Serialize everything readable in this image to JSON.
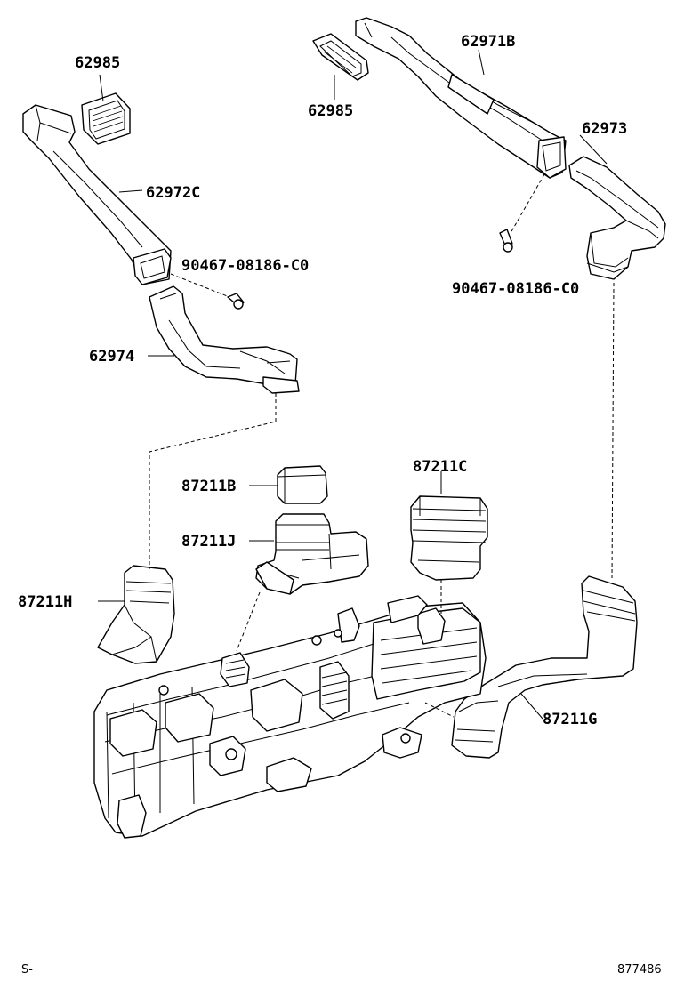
{
  "labels": {
    "grille_upper_left": "62985",
    "grille_upper_right": "62985",
    "duct_62971b": "62971B",
    "duct_62972c": "62972C",
    "duct_62973": "62973",
    "duct_62974": "62974",
    "screw_left": "90467-08186-C0",
    "screw_right": "90467-08186-C0",
    "duct_87211b": "87211B",
    "duct_87211c": "87211C",
    "duct_87211j": "87211J",
    "duct_87211h": "87211H",
    "duct_87211g": "87211G"
  },
  "footer": {
    "left_code": "S-",
    "right_code": "877486"
  }
}
